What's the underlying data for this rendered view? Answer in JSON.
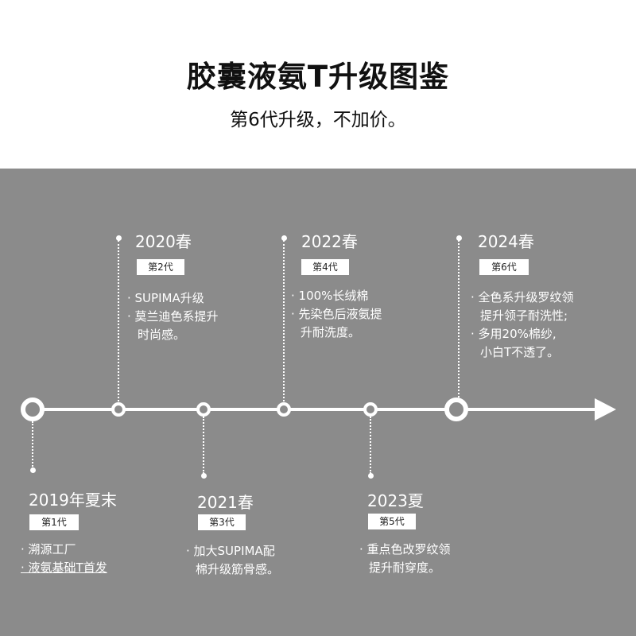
{
  "header": {
    "title": "胶囊液氨T升级图鉴",
    "subtitle": "第6代升级，不加价。"
  },
  "timeline": {
    "milestones": [
      {
        "year": "2019年夏末",
        "generation": "第1代",
        "features": [
          "· 溯源工厂",
          "· 液氨基础T首发"
        ]
      },
      {
        "year": "2020春",
        "generation": "第2代",
        "features": [
          "· SUPIMA升级",
          "· 莫兰迪色系提升",
          "  时尚感。"
        ]
      },
      {
        "year": "2021春",
        "generation": "第3代",
        "features": [
          "· 加大SUPIMA配",
          "  棉升级筋骨感。"
        ]
      },
      {
        "year": "2022春",
        "generation": "第4代",
        "features": [
          "· 100%长绒棉",
          "· 先染色后液氨提",
          "  升耐洗度。"
        ]
      },
      {
        "year": "2023夏",
        "generation": "第5代",
        "features": [
          "· 重点色改罗纹领",
          "  提升耐穿度。"
        ]
      },
      {
        "year": "2024春",
        "generation": "第6代",
        "features": [
          "· 全色系升级罗纹领",
          "  提升领子耐洗性;",
          "· 多用20%棉纱,",
          "  小白T不透了。"
        ]
      }
    ]
  },
  "colors": {
    "panel_background": "#8b8b8b",
    "line": "#ffffff",
    "text_dark": "#111111"
  }
}
